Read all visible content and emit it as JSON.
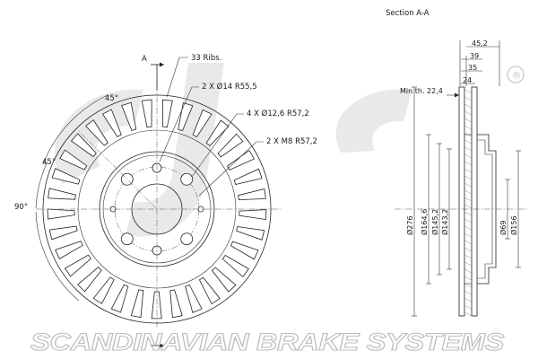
{
  "brand": {
    "name": "SCANDINAVIAN BRAKE SYSTEMS",
    "mark": "sbs",
    "registered": "®"
  },
  "front_view": {
    "section_marker": "A",
    "ribs": "33 Ribs.",
    "holes_1": "2 X Ø14  R55,5",
    "holes_2": "4 X Ø12,6   R57,2",
    "holes_3": "2 X M8   R57,2",
    "angle_top": "45°",
    "angle_mid": "45°",
    "angle_left": "90°"
  },
  "section_view": {
    "title": "Section A-A",
    "min_thickness": "Min th. 22,4",
    "widths": [
      "45,2",
      "39",
      "35",
      "24"
    ],
    "diameters": [
      "Ø276",
      "Ø164,6",
      "Ø145,2",
      "Ø143,2",
      "Ø69",
      "Ø156"
    ]
  },
  "colors": {
    "line": "#222222",
    "watermark": "#e9e9e9",
    "brand_outline": "#bdbdbd"
  }
}
